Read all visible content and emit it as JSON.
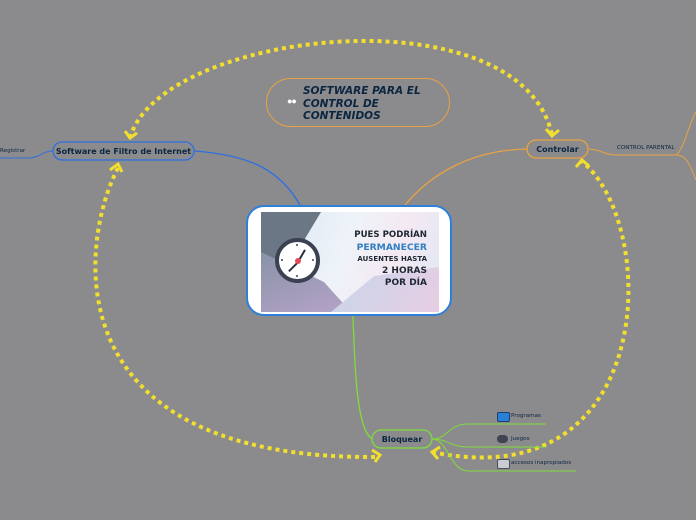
{
  "title_bubble": {
    "text": "SOFTWARE PARA EL\nCONTROL   DE\nCONTENIDOS",
    "icon": "eyes-icon"
  },
  "center": {
    "image_lines": [
      "PUES PODRÍAN",
      "PERMANECER",
      "AUSENTES HASTA",
      "2 HORAS",
      "POR DÍA"
    ],
    "accent_color": "#2f7fc0"
  },
  "nodes": {
    "filtro": "Software de Filtro de Internet",
    "controlar": "Controlar",
    "bloquear": "Bloquear"
  },
  "leaves": {
    "registrar": "Registrar",
    "control_parental": "CONTROL PARENTAL",
    "programas": "Programas",
    "juegos": "Juegos",
    "accesos": "accesos inapropiados"
  },
  "colors": {
    "background": "#8b8b8d",
    "filtro_branch": "#2e6fe0",
    "controlar_branch": "#e8a242",
    "bloquear_branch": "#7fdc3a",
    "relationship": "#f2de2e"
  }
}
